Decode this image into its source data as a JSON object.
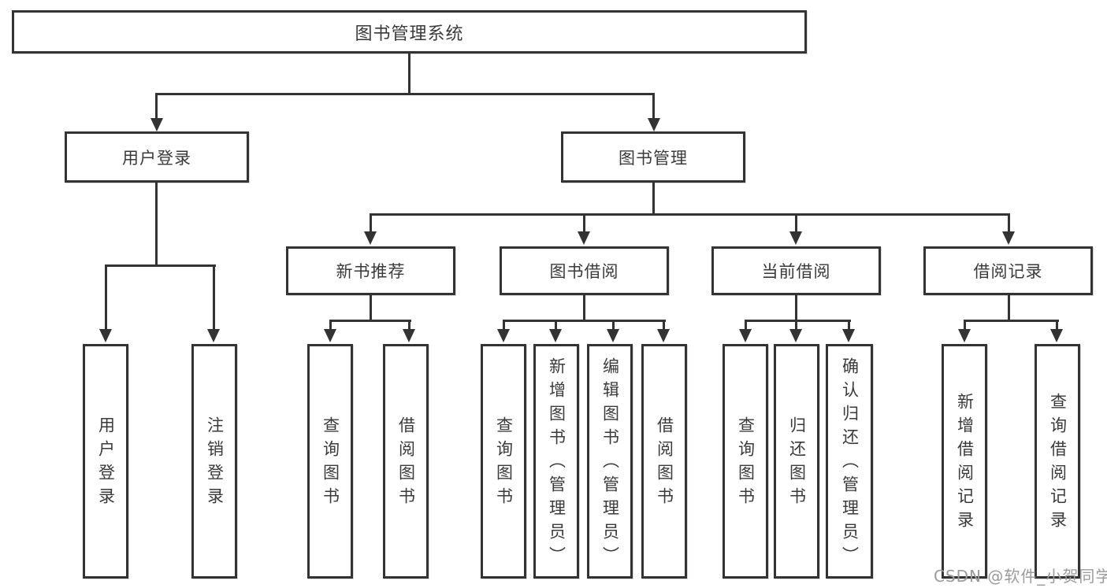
{
  "tree": {
    "label": "图书管理系统",
    "children": [
      {
        "label": "用户登录",
        "children": [
          {
            "label": "用户登录"
          },
          {
            "label": "注销登录"
          }
        ]
      },
      {
        "label": "图书管理",
        "children": [
          {
            "label": "新书推荐",
            "children": [
              {
                "label": "查询图书"
              },
              {
                "label": "借阅图书"
              }
            ]
          },
          {
            "label": "图书借阅",
            "children": [
              {
                "label": "查询图书"
              },
              {
                "label": "新增图书（管理员）"
              },
              {
                "label": "编辑图书（管理员）"
              },
              {
                "label": "借阅图书"
              }
            ]
          },
          {
            "label": "当前借阅",
            "children": [
              {
                "label": "查询图书"
              },
              {
                "label": "归还图书"
              },
              {
                "label": "确认归还（管理员）"
              }
            ]
          },
          {
            "label": "借阅记录",
            "children": [
              {
                "label": "新增借阅记录"
              },
              {
                "label": "查询借阅记录"
              }
            ]
          }
        ]
      }
    ]
  },
  "watermark": "CSDN @软件_小贺同学",
  "colors": {
    "line": "#333333",
    "text": "#3a3a3a",
    "watermark": "#9b9b9b",
    "background": "#ffffff"
  }
}
